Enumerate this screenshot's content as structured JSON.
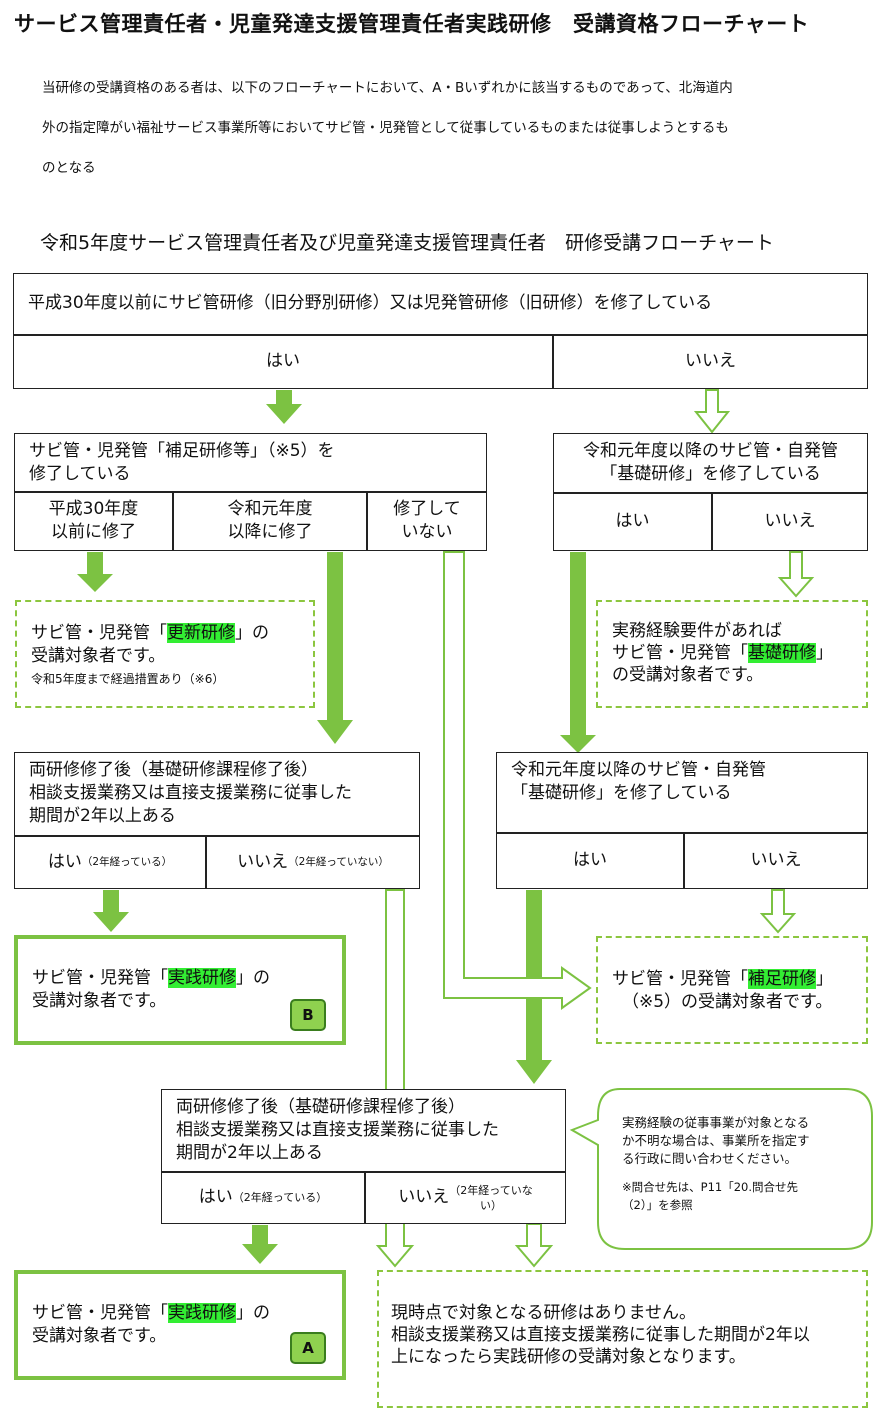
{
  "header": {
    "title": "サービス管理責任者・児童発達支援管理責任者実践研修　受講資格フローチャート",
    "intro_lines": [
      "当研修の受講資格のある者は、以下のフローチャートにおいて、A・Bいずれかに該当するものであって、北海道内",
      "外の指定障がい福祉サービス事業所等においてサビ管・児発管として従事しているものまたは従事しようとするも",
      "のとなる"
    ],
    "subtitle": "令和5年度サービス管理責任者及び児童発達支援管理責任者　研修受講フローチャート"
  },
  "q1": {
    "text": "平成30年度以前にサビ管研修（旧分野別研修）又は児発管研修（旧研修）を修了している",
    "yes": "はい",
    "no": "いいえ"
  },
  "q2": {
    "line1": "サビ管・児発管「補足研修等」（※5）を",
    "line2": "修了している",
    "opt_a1": "平成30年度",
    "opt_a2": "以前に修了",
    "opt_b1": "令和元年度",
    "opt_b2": "以降に修了",
    "opt_c1": "修了して",
    "opt_c2": "いない"
  },
  "q3": {
    "line1": "令和元年度以降のサビ管・自発管",
    "line2": "「基礎研修」を修了している",
    "yes": "はい",
    "no": "いいえ"
  },
  "r_update": {
    "pre": "サビ管・児発管「",
    "hl": "更新研修",
    "post": "」の",
    "line2": "受講対象者です。",
    "note": "令和5年度まで経過措置あり（※6）"
  },
  "r_basic": {
    "line1": "実務経験要件があれば",
    "pre": "サビ管・児発管「",
    "hl": "基礎研修",
    "post": "」",
    "line3": "の受講対象者です。"
  },
  "q4": {
    "line1": "両研修修了後（基礎研修課程修了後）",
    "line2": "相談支援業務又は直接支援業務に従事した",
    "line3": "期間が2年以上ある",
    "yes": "はい",
    "yes_note": "（2年経っている）",
    "no": "いいえ",
    "no_note": "（2年経っていない）"
  },
  "q5": {
    "line1": "令和元年度以降のサビ管・自発管",
    "line2": "「基礎研修」を修了している",
    "yes": "はい",
    "no": "いいえ"
  },
  "r_practice_b": {
    "pre": "サビ管・児発管「",
    "hl": "実践研修",
    "post": "」の",
    "line2": "受講対象者です。",
    "badge": "B"
  },
  "r_supplement": {
    "pre": "サビ管・児発管「",
    "hl": "補足研修",
    "post": "」",
    "line2": "（※5）の受講対象者です。"
  },
  "q6": {
    "line1": "両研修修了後（基礎研修課程修了後）",
    "line2": "相談支援業務又は直接支援業務に従事した",
    "line3": "期間が2年以上ある",
    "yes": "はい",
    "yes_note": "（2年経っている）",
    "no": "いいえ",
    "no_note1": "（2年経っていな",
    "no_note2": "い）"
  },
  "bubble": {
    "line1": "実務経験の従事事業が対象となる",
    "line2": "か不明な場合は、事業所を指定す",
    "line3": "る行政に問い合わせください。",
    "note1": "※問合せ先は、P11「20.問合せ先",
    "note2": "（2）」を参照"
  },
  "r_practice_a": {
    "pre": "サビ管・児発管「",
    "hl": "実践研修",
    "post": "」の",
    "line2": "受講対象者です。",
    "badge": "A"
  },
  "r_none": {
    "line1": "現時点で対象となる研修はありません。",
    "line2": "相談支援業務又は直接支援業務に従事した期間が2年以",
    "line3": "上になったら実践研修の受講対象となります。"
  },
  "colors": {
    "arrow_green": "#7cc242",
    "dashed_green": "#8cc63f",
    "highlight": "#33ee33",
    "badge_fill": "#8fd14f"
  }
}
